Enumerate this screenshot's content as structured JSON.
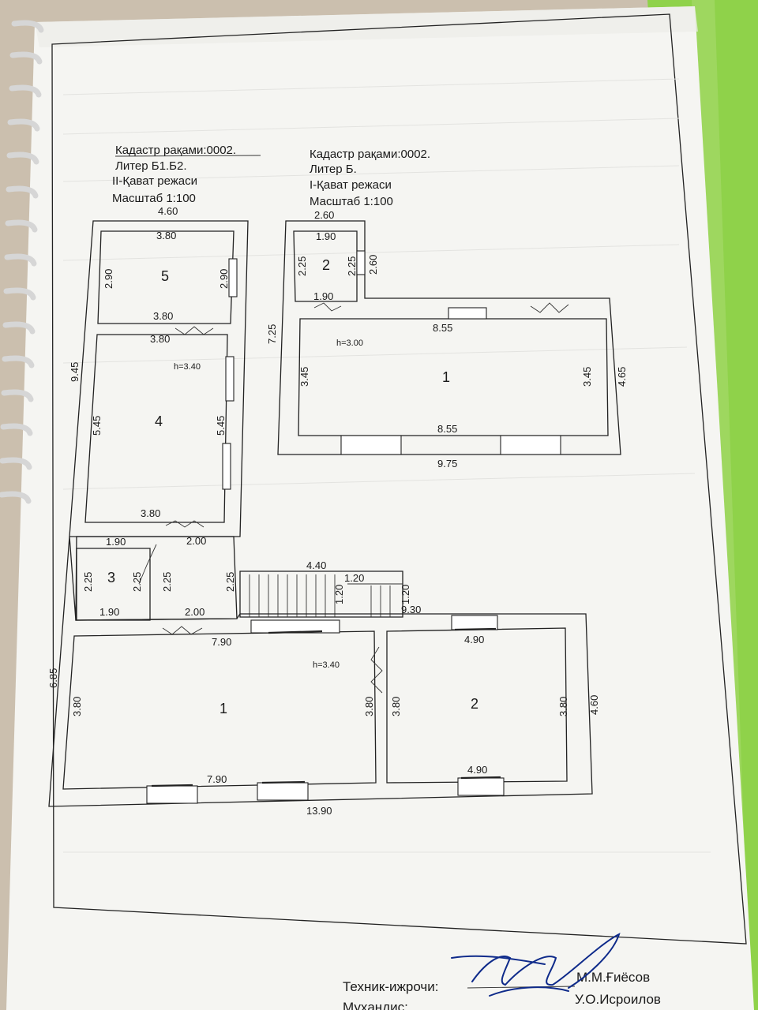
{
  "colors": {
    "paper": "#f6f6f4",
    "binder": "#8fd24a",
    "ink": "#1a1a1a",
    "signature": "#0e2a8a"
  },
  "floor2": {
    "cadastre": "Кадастр  рақами:0002.",
    "liter": "Литер Б1.Б2.",
    "floor": "II-Қават режаси",
    "scale": "Масштаб  1:100"
  },
  "floor1": {
    "cadastre": "Кадастр  рақами:0002.",
    "liter": "Литер Б.",
    "floor": "I-Қават режаси",
    "scale": "Масштаб  1:100"
  },
  "plan_b12": {
    "outer_top": "4.60",
    "left_height": "9.45",
    "room5": {
      "number": "5",
      "top": "3.80",
      "bottom": "3.80",
      "left": "2.90",
      "right": "2.90"
    },
    "room4": {
      "number": "4",
      "top": "3.80",
      "bottom": "3.80",
      "left": "5.45",
      "right": "5.45",
      "h": "h=3.40"
    },
    "hall": {
      "top": "2.00",
      "bottom": "2.00",
      "left": "2.25",
      "right": "2.25"
    },
    "room3": {
      "number": "3",
      "top": "1.90",
      "bottom": "1.90",
      "left": "2.25",
      "right": "2.25"
    },
    "stair": {
      "length": "4.40",
      "width": "1.20",
      "width2": "1.20",
      "width3": "1.20"
    },
    "stair_wall": "2.25"
  },
  "plan_b": {
    "outer_top": "2.60",
    "left_height": "7.25",
    "right_height": "4.65",
    "bottom_total": "9.75",
    "room2": {
      "number": "2",
      "top": "1.90",
      "bottom": "1.90",
      "left": "2.25",
      "right": "2.25",
      "right_outer": "2.60"
    },
    "room1": {
      "number": "1",
      "top": "8.55",
      "bottom": "8.55",
      "left": "3.45",
      "right": "3.45",
      "h": "h=3.00"
    }
  },
  "plan_ground": {
    "left_total": "6.85",
    "right_total": "4.60",
    "bottom_total": "13.90",
    "top_right": "9.30",
    "room1": {
      "number": "1",
      "top": "7.90",
      "bottom": "7.90",
      "left": "3.80",
      "right": "3.80",
      "h": "h=3.40"
    },
    "room2": {
      "number": "2",
      "top": "4.90",
      "bottom": "4.90",
      "left": "3.80",
      "right": "3.80"
    }
  },
  "signatures": {
    "technician_label": "Техник-ижрочи:",
    "technician_name": "М.М.Ғиёсов",
    "engineer_label": "Муҳандис:",
    "engineer_name": "У.О.Исроилов"
  }
}
